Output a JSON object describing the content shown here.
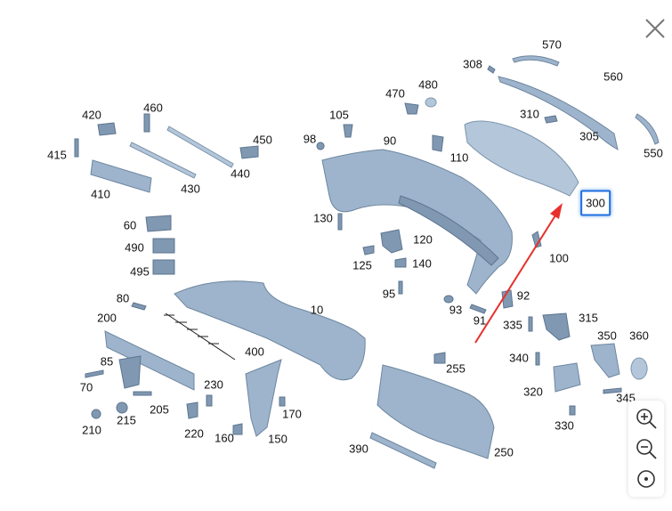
{
  "diagram": {
    "highlighted_label": "300",
    "labels": [
      {
        "id": "570",
        "text": "570"
      },
      {
        "id": "308",
        "text": "308"
      },
      {
        "id": "560",
        "text": "560"
      },
      {
        "id": "480",
        "text": "480"
      },
      {
        "id": "470",
        "text": "470"
      },
      {
        "id": "310",
        "text": "310"
      },
      {
        "id": "305",
        "text": "305"
      },
      {
        "id": "550",
        "text": "550"
      },
      {
        "id": "420",
        "text": "420"
      },
      {
        "id": "460",
        "text": "460"
      },
      {
        "id": "105",
        "text": "105"
      },
      {
        "id": "98",
        "text": "98"
      },
      {
        "id": "90",
        "text": "90"
      },
      {
        "id": "450",
        "text": "450"
      },
      {
        "id": "110",
        "text": "110"
      },
      {
        "id": "415",
        "text": "415"
      },
      {
        "id": "440",
        "text": "440"
      },
      {
        "id": "410",
        "text": "410"
      },
      {
        "id": "430",
        "text": "430"
      },
      {
        "id": "60",
        "text": "60"
      },
      {
        "id": "130",
        "text": "130"
      },
      {
        "id": "490",
        "text": "490"
      },
      {
        "id": "120",
        "text": "120"
      },
      {
        "id": "100",
        "text": "100"
      },
      {
        "id": "125",
        "text": "125"
      },
      {
        "id": "140",
        "text": "140"
      },
      {
        "id": "495",
        "text": "495"
      },
      {
        "id": "95",
        "text": "95"
      },
      {
        "id": "80",
        "text": "80"
      },
      {
        "id": "92",
        "text": "92"
      },
      {
        "id": "10",
        "text": "10"
      },
      {
        "id": "93",
        "text": "93"
      },
      {
        "id": "200",
        "text": "200"
      },
      {
        "id": "91",
        "text": "91"
      },
      {
        "id": "335",
        "text": "335"
      },
      {
        "id": "315",
        "text": "315"
      },
      {
        "id": "350",
        "text": "350"
      },
      {
        "id": "360",
        "text": "360"
      },
      {
        "id": "400",
        "text": "400"
      },
      {
        "id": "85",
        "text": "85"
      },
      {
        "id": "255",
        "text": "255"
      },
      {
        "id": "340",
        "text": "340"
      },
      {
        "id": "230",
        "text": "230"
      },
      {
        "id": "70",
        "text": "70"
      },
      {
        "id": "320",
        "text": "320"
      },
      {
        "id": "345",
        "text": "345"
      },
      {
        "id": "205",
        "text": "205"
      },
      {
        "id": "215",
        "text": "215"
      },
      {
        "id": "170",
        "text": "170"
      },
      {
        "id": "210",
        "text": "210"
      },
      {
        "id": "220",
        "text": "220"
      },
      {
        "id": "160",
        "text": "160"
      },
      {
        "id": "150",
        "text": "150"
      },
      {
        "id": "330",
        "text": "330"
      },
      {
        "id": "390",
        "text": "390"
      },
      {
        "id": "250",
        "text": "250"
      }
    ]
  },
  "controls": {
    "close_icon": "close-icon",
    "zoom_in_icon": "zoom-in-icon",
    "zoom_out_icon": "zoom-out-icon",
    "reset_icon": "reset-view-icon"
  },
  "colors": {
    "part_fill": "#9db4cc",
    "highlight_border": "#1f6fe0",
    "arrow": "#e8302c"
  }
}
